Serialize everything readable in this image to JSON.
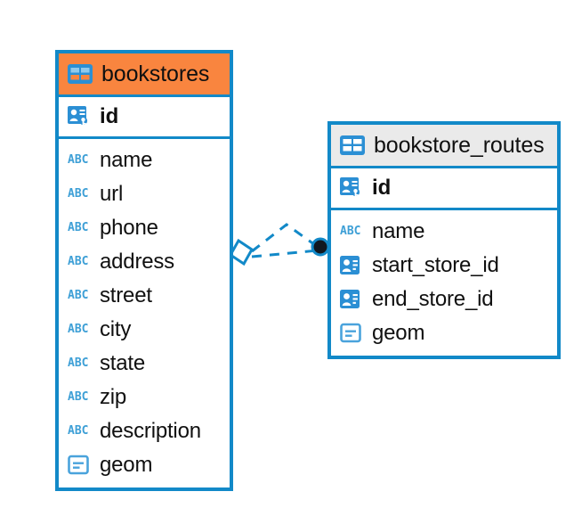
{
  "diagram": {
    "type": "entity-relationship-diagram",
    "background_color": "#ffffff",
    "accent_color": "#1289c8",
    "highlight_color": "#f9853f",
    "entities": [
      {
        "name": "bookstores",
        "header_icon": "table-icon",
        "header_style": "accent-orange",
        "primary_key": {
          "label": "id",
          "icon": "primary-key-icon"
        },
        "fields": [
          {
            "label": "name",
            "icon": "text-type-icon"
          },
          {
            "label": "url",
            "icon": "text-type-icon"
          },
          {
            "label": "phone",
            "icon": "text-type-icon"
          },
          {
            "label": "address",
            "icon": "text-type-icon"
          },
          {
            "label": "street",
            "icon": "text-type-icon"
          },
          {
            "label": "city",
            "icon": "text-type-icon"
          },
          {
            "label": "state",
            "icon": "text-type-icon"
          },
          {
            "label": "zip",
            "icon": "text-type-icon"
          },
          {
            "label": "description",
            "icon": "text-type-icon"
          },
          {
            "label": "geom",
            "icon": "geometry-type-icon"
          }
        ]
      },
      {
        "name": "bookstore_routes",
        "header_icon": "table-icon",
        "header_style": "accent-grey",
        "primary_key": {
          "label": "id",
          "icon": "primary-key-icon"
        },
        "fields": [
          {
            "label": "name",
            "icon": "text-type-icon"
          },
          {
            "label": "start_store_id",
            "icon": "foreign-key-icon"
          },
          {
            "label": "end_store_id",
            "icon": "foreign-key-icon"
          },
          {
            "label": "geom",
            "icon": "geometry-type-icon"
          }
        ]
      }
    ],
    "relationship": {
      "source_marker": "diamond-marker",
      "target_marker": "filled-circle-marker",
      "line_style": "dashed",
      "line_color": "#1289c8"
    }
  }
}
